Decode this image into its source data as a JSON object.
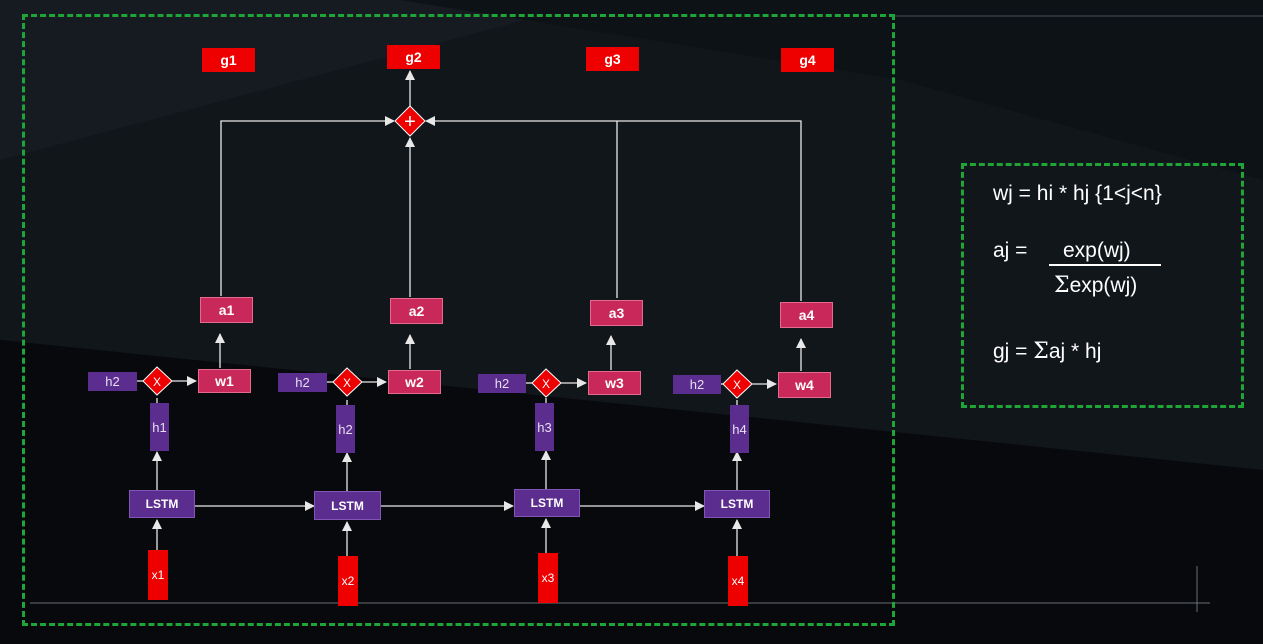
{
  "outputs": [
    "g1",
    "g2",
    "g3",
    "g4"
  ],
  "attention": [
    "a1",
    "a2",
    "a3",
    "a4"
  ],
  "weights": [
    "w1",
    "w2",
    "w3",
    "w4"
  ],
  "query": [
    "h2",
    "h2",
    "h2",
    "h2"
  ],
  "hidden": [
    "h1",
    "h2",
    "h3",
    "h4"
  ],
  "cells": [
    "LSTM",
    "LSTM",
    "LSTM",
    "LSTM"
  ],
  "inputs": [
    "x1",
    "x2",
    "x3",
    "x4"
  ],
  "multiply_symbol": "X",
  "sum_symbol": "+",
  "equations": {
    "w_def": "wj = hi * hj  {1<j<n}",
    "a_lhs": "aj = ",
    "a_num": "exp(wj)",
    "a_den_sigma": "Σ",
    "a_den": "exp(wj)",
    "g_lhs": "gj = ",
    "g_sigma": "Σ",
    "g_rhs": "aj * hj"
  },
  "colors": {
    "frame": "#1fa437",
    "red": "#ee0000",
    "pink": "#c8285a",
    "purple": "#5b2d8e",
    "background": "#0b0f13",
    "arrow": "#e8e8e8"
  }
}
